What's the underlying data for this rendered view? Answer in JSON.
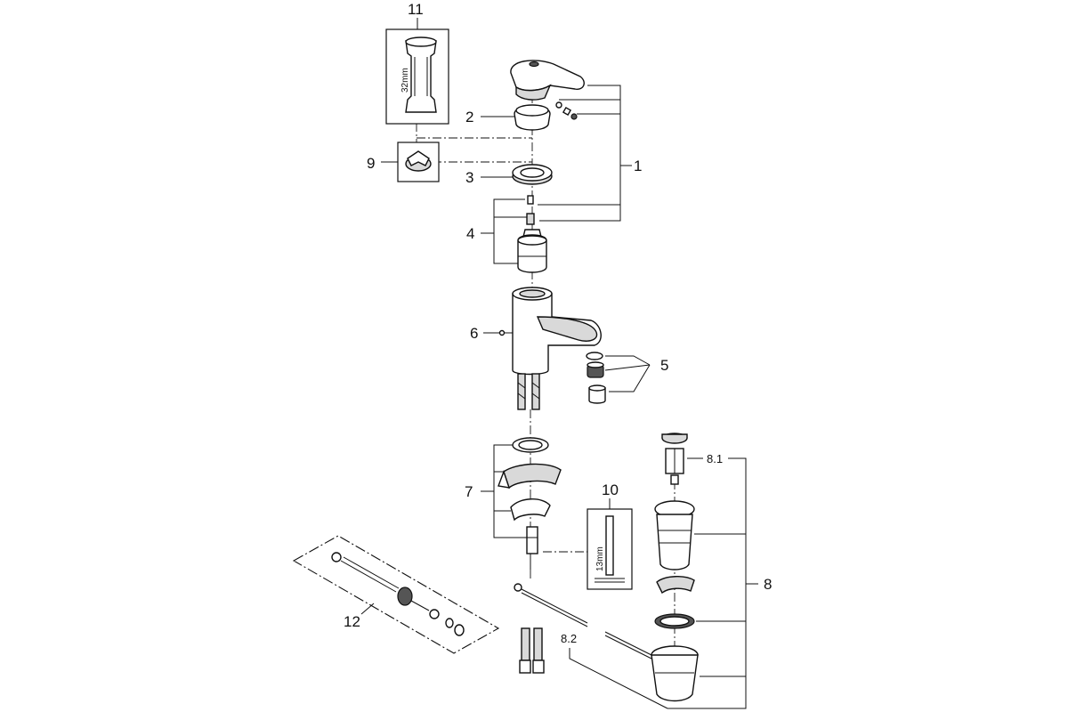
{
  "callouts": {
    "c1": "1",
    "c2": "2",
    "c3": "3",
    "c4": "4",
    "c5": "5",
    "c6": "6",
    "c7": "7",
    "c8": "8",
    "c8_1": "8.1",
    "c8_2": "8.2",
    "c9": "9",
    "c10": "10",
    "c11": "11",
    "c12": "12"
  },
  "dimensions": {
    "wrench_11": "32mm",
    "key_10": "13mm"
  }
}
